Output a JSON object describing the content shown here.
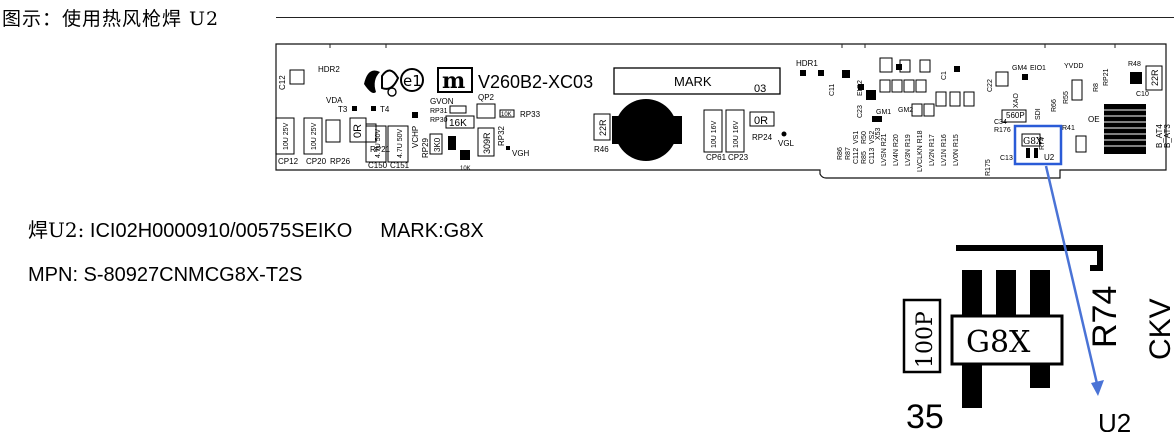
{
  "title": "图示：使用热风枪焊 U2",
  "info": {
    "line1_prefix": "焊U2:",
    "line1_part": " ICI02H0000910/00575SEIKO",
    "line1_mark": "MARK:G8X",
    "line2": "MPN: S-80927CNMCG8X-T2S"
  },
  "board": {
    "model": "V260B2-XC03",
    "mark_box": "MARK",
    "mark_num": "03",
    "labels": {
      "hdr2": "HDR2",
      "hdr1": "HDR1",
      "c12": "C12",
      "vda": "VDA",
      "t3": "T3",
      "t4": "T4",
      "cp12": "CP12",
      "cp20": "CP20",
      "rp26": "RP26",
      "rp21": "RP21",
      "r0": "0R",
      "c150": "C150",
      "c151": "C151",
      "cap1": "10U 25V",
      "cap2": "10U 25V",
      "cap3": "4.7U 50V",
      "cap4": "4.7U 50V",
      "vchp": "VCHP",
      "rp29": "RP29",
      "r3k0": "3K0",
      "gvon": "GVON",
      "rp31": "RP31",
      "rp30": "RP30",
      "r16k": "16K",
      "qp2": "QP2",
      "rp33": "RP33",
      "r10k": "10K",
      "r309": "309R",
      "rp32": "RP32",
      "vgh": "VGH",
      "r22": "22R",
      "r46": "R46",
      "cp61": "CP61",
      "cp23": "CP23",
      "cap5": "10U 16V",
      "cap6": "10U 16V",
      "r0b": "0R",
      "rp24": "RP24",
      "vgl": "VGL",
      "c11": "C11",
      "eio2": "EIO2",
      "c23": "C23",
      "gm1": "GM1",
      "gm2": "GM2",
      "c22": "C22",
      "gm4": "GM4",
      "eio1": "EIO1",
      "r56": "560P",
      "r74": "R74",
      "r41": "R41",
      "r55": "R55",
      "r66": "R66",
      "yvdd": "YVDD",
      "r48": "R48",
      "r22b": "22R",
      "c10": "C10",
      "r8": "R8",
      "rp21b": "RP21",
      "b_at4": "B_AT4",
      "b_at3": "B_AT3",
      "oe": "OE",
      "r176": "R176",
      "c34": "C34",
      "c13": "C13",
      "r175": "R175",
      "u2": "U2",
      "g8x": "G8X",
      "c1": "C1",
      "xao": "XAO",
      "sdi": "SDI",
      "lvsn": "LVSN R21",
      "lv4n": "LV4N R20",
      "lv3n": "LV3N R19",
      "lvclkn": "LVCLKN R18",
      "lv1n": "LV1N R16",
      "lv2n": "LV2N R17",
      "lv0n": "LV0N R15",
      "r86": "R86",
      "r87": "R87",
      "vs1": "VS1",
      "c112": "C112",
      "r50": "R50",
      "r85": "R85",
      "vs2": "VS2",
      "r83": "R83",
      "x53": "X53",
      "c113": "C113",
      "e1": "e1",
      "nn": "m"
    },
    "zoom": {
      "cap": "100P",
      "chip": "G8X",
      "r74": "R74",
      "num": "35",
      "u_frag": "U2",
      "ckv": "CKV"
    }
  },
  "colors": {
    "arrow": "#4a73d6",
    "highlight": "#2a5bd7",
    "ink": "#000000"
  }
}
